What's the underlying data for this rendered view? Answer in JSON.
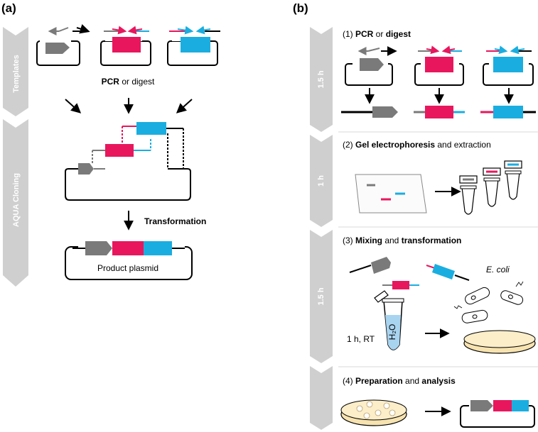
{
  "panels": {
    "a": {
      "label": "(a)",
      "side_labels": [
        "Templates",
        "AQUA Cloning"
      ],
      "pcr_bold": "PCR",
      "pcr_rest": " or digest",
      "transformation": "Transformation",
      "product": "Product plasmid"
    },
    "b": {
      "label": "(b)",
      "times": [
        "1.5 h",
        "1 h",
        "1.5 h"
      ],
      "steps": [
        {
          "num": "(1) ",
          "bold1": "PCR",
          "mid": " or ",
          "bold2": "digest"
        },
        {
          "num": "(2) ",
          "bold1": "Gel electrophoresis",
          "mid": " and extraction",
          "bold2": ""
        },
        {
          "num": "(3) ",
          "bold1": "Mixing",
          "mid": " and ",
          "bold2": "transformation"
        },
        {
          "num": "(4) ",
          "bold1": "Preparation",
          "mid": " and ",
          "bold2": "analysis"
        }
      ],
      "ecoli": "E. coli",
      "incubation": "1 h, RT",
      "water": "H₂O"
    }
  },
  "colors": {
    "gray_fragment": "#7a7a7a",
    "magenta_fragment": "#e8175d",
    "cyan_fragment": "#1aaee0",
    "side_arrow": "#cfcfcf",
    "plate": "#f7e3b0",
    "tube_liquid": "#a9d4f0"
  }
}
